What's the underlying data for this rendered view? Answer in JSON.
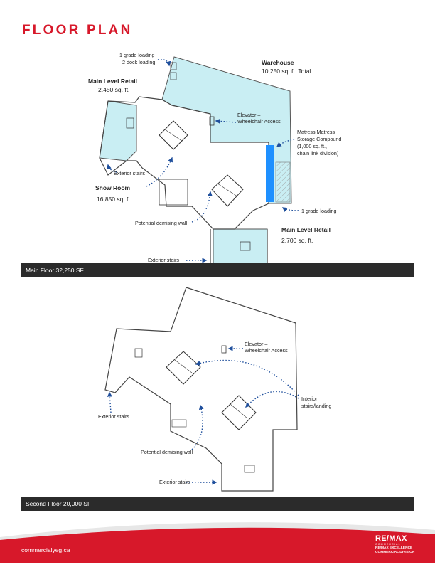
{
  "page": {
    "title": "FLOOR PLAN"
  },
  "main_floor": {
    "caption": "Main Floor 32,250 SF",
    "loading_top_line1": "1 grade loading",
    "loading_top_line2": "2 dock loading",
    "warehouse_title": "Warehouse",
    "warehouse_area": "10,250 sq. ft. Total",
    "retail_left_title": "Main Level Retail",
    "retail_left_area": "2,450 sq. ft.",
    "elevator_line1": "Elevator –",
    "elevator_line2": "Wheelchair Access",
    "storage_line1": "Matress Matress",
    "storage_line2": "Storage Compound",
    "storage_line3": "(1,000 sq. ft.,",
    "storage_line4": "chain link division)",
    "exterior_stairs_left": "Exterior stairs",
    "showroom_title": "Show Room",
    "showroom_area": "16,850 sq. ft.",
    "grade_loading_right": "1 grade loading",
    "demising_wall": "Potential demising wall",
    "retail_bottom_title": "Main Level Retail",
    "retail_bottom_area": "2,700 sq. ft.",
    "exterior_stairs_bottom": "Exterior stairs"
  },
  "second_floor": {
    "caption": "Second Floor 20,000 SF",
    "elevator_line1": "Elevator –",
    "elevator_line2": "Wheelchair Access",
    "interior_line1": "Interior",
    "interior_line2": "stairs/landing",
    "exterior_stairs_left": "Exterior stairs",
    "demising_wall": "Potential demising wall",
    "exterior_stairs_bottom": "Exterior stairs"
  },
  "footer": {
    "url": "commercialyeg.ca",
    "logo_main": "RE/MAX",
    "logo_sub": "COMMERCIAL",
    "logo_line1": "RE/MAX EXCELLENCE",
    "logo_line2": "COMMERCIAL DIVISION"
  },
  "colors": {
    "brand_red": "#d7182a",
    "highlight_fill": "#c9eef3",
    "storage_blue": "#1e90ff",
    "caption_bar": "#2b2b2b",
    "arrow_blue": "#1f4f9c"
  }
}
